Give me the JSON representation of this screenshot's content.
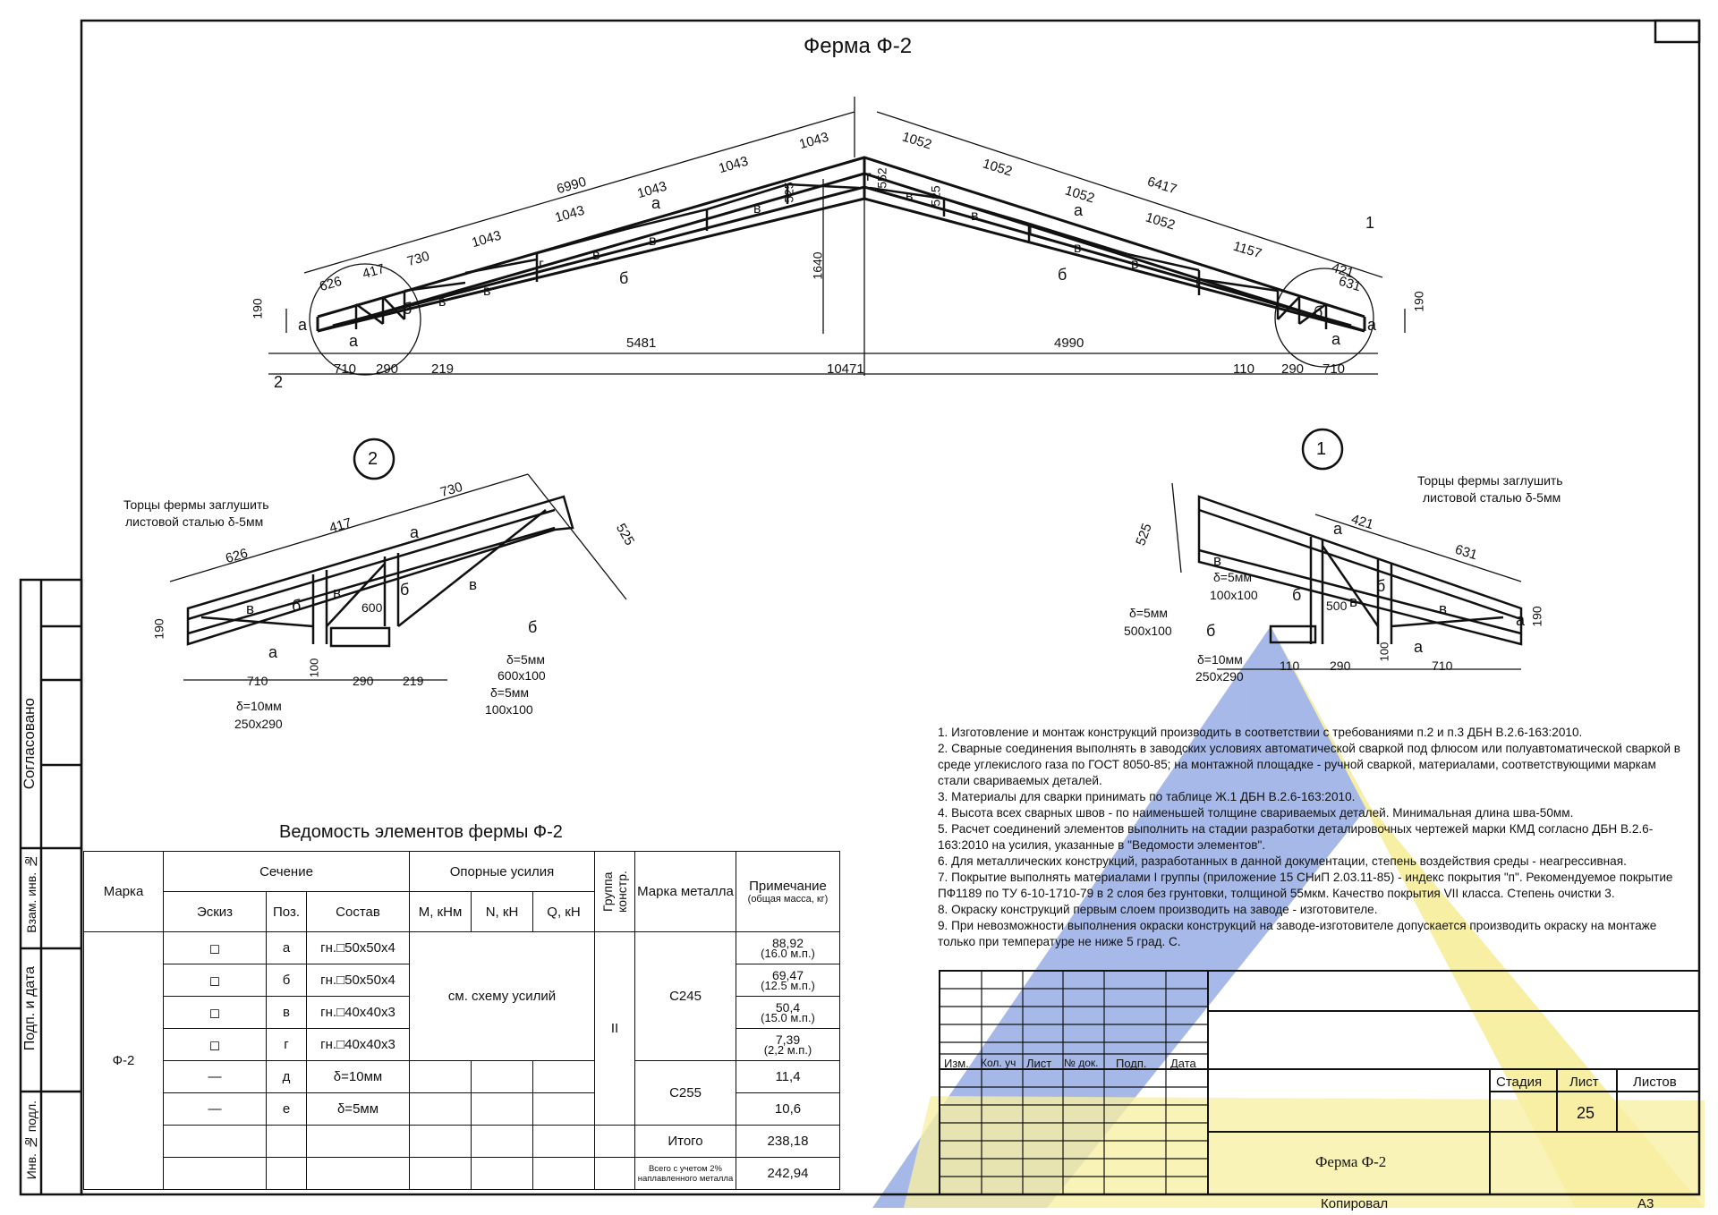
{
  "title": "Ферма Ф-2",
  "dims_top": [
    "6990",
    "1043",
    "1043",
    "1043",
    "1043",
    "1043",
    "730",
    "417",
    "626",
    "1052",
    "1052",
    "1052",
    "1052",
    "1157",
    "6417",
    "421",
    "631",
    "552",
    "525",
    "525",
    "1640",
    "190",
    "190",
    "5481",
    "4990",
    "10471",
    "710",
    "290",
    "219",
    "110",
    "290",
    "710"
  ],
  "letters": [
    "а",
    "б",
    "в",
    "г"
  ],
  "callouts": [
    "1",
    "2"
  ],
  "detail2": {
    "label": "2",
    "note": [
      "Торцы фермы заглушить",
      "листовой сталью δ-5мм"
    ],
    "dims": [
      "730",
      "417",
      "626",
      "525",
      "190",
      "600",
      "710",
      "290",
      "219",
      "100"
    ],
    "plates": [
      [
        "δ=10мм",
        "250x290"
      ],
      [
        "δ=5мм",
        "600x100"
      ],
      [
        "δ=5мм",
        "100x100"
      ]
    ]
  },
  "detail1": {
    "label": "1",
    "note": [
      "Торцы фермы заглушить",
      "листовой сталью δ-5мм"
    ],
    "dims": [
      "525",
      "421",
      "631",
      "500",
      "190",
      "110",
      "290",
      "710",
      "100"
    ],
    "plates": [
      [
        "δ=5мм",
        "100x100"
      ],
      [
        "δ=5мм",
        "500x100"
      ],
      [
        "δ=10мм",
        "250x290"
      ]
    ]
  },
  "notes": [
    "1. Изготовление и монтаж конструкций производить в соответствии с требованиями п.2 и п.3 ДБН В.2.6-163:2010.",
    "2. Сварные соединения выполнять в заводских условиях автоматической сваркой под флюсом или полуавтоматической сваркой в среде углекислого газа по ГОСТ 8050-85; на монтажной площадке - ручной сваркой, материалами, соответствующими маркам стали свариваемых деталей.",
    "3.  Материалы для сварки принимать по таблице Ж.1 ДБН В.2.6-163:2010.",
    "4.  Высота всех сварных швов - по наименьшей толщине свариваемых деталей. Минимальная длина шва-50мм.",
    "5. Расчет соединений элементов выполнить на стадии разработки деталировочных чертежей марки КМД согласно ДБН В.2.6-163:2010 на усилия, указанные в \"Ведомости элементов\".",
    "6. Для металлических конструкций, разработанных в данной документации, степень воздействия среды - неагрессивная.",
    "7. Покрытие выполнять материалами I группы (приложение 15 СНиП 2.03.11-85) - индекс покрытия \"п\". Рекомендуемое покрытие ПФ1189 по ТУ 6-10-1710-79 в 2 слоя без грунтовки, толщиной 55мкм. Качество покрытия VII класса. Степень очистки 3.",
    "8. Окраску конструкций первым слоем производить на заводе - изготовителе.",
    "9. При невозможности выполнения окраски конструкций на заводе-изготовителе допускается производить окраску на монтаже только при температуре не ниже 5 град. С."
  ],
  "table": {
    "title": "Ведомость элементов фермы Ф-2",
    "headers": {
      "marka": "Марка",
      "sechenie": "Сечение",
      "eskiz": "Эскиз",
      "poz": "Поз.",
      "sostav": "Состав",
      "usiliya": "Опорные усилия",
      "m": "М, кНм",
      "n": "N, кН",
      "q": "Q, кН",
      "gruppa": "Группа констр.",
      "metall": "Марка металла",
      "prim": "Примечание",
      "prim_sub": "(общая масса, кг)"
    },
    "marka_value": "Ф-2",
    "rows": [
      {
        "poz": "а",
        "sostav": "гн.□50х50х4",
        "note": "88,92",
        "note2": "(16.0 м.п.)"
      },
      {
        "poz": "б",
        "sostav": "гн.□50х50х4",
        "note": "69,47",
        "note2": "(12.5 м.п.)"
      },
      {
        "poz": "в",
        "sostav": "гн.□40х40х3",
        "note": "50,4",
        "note2": "(15.0 м.п.)"
      },
      {
        "poz": "г",
        "sostav": "гн.□40х40х3",
        "note": "7,39",
        "note2": "(2,2 м.п.)"
      },
      {
        "poz": "д",
        "sostav": "δ=10мм",
        "note": "11,4",
        "note2": ""
      },
      {
        "poz": "е",
        "sostav": "δ=5мм",
        "note": "10,6",
        "note2": ""
      }
    ],
    "usiliya_value": "см. схему усилий",
    "gruppa_value": "II",
    "metall1": "С245",
    "metall2": "С255",
    "itogo_label": "Итого",
    "itogo_value": "238,18",
    "vsego_label": "Всего с учетом 2% наплавленного металла",
    "vsego_value": "242,94"
  },
  "stamp": {
    "izm": "Изм.",
    "kol": "Кол. уч",
    "list": "Лист",
    "ndok": "№ док.",
    "podp": "Подп.",
    "data": "Дата",
    "stadiya": "Стадия",
    "list2": "Лист",
    "listov": "Листов",
    "sheet_no": "25",
    "name": "Ферма Ф-2",
    "kopiroval": "Копировал",
    "format": "А3"
  },
  "side": {
    "soglasovano": "Согласовано",
    "vzam": "Взам. инв. №",
    "podp_data": "Подп. и дата",
    "inv": "Инв. № подл."
  },
  "watermark_colors": {
    "blue": "#5f7fd6",
    "yellow": "#f2e25a"
  }
}
